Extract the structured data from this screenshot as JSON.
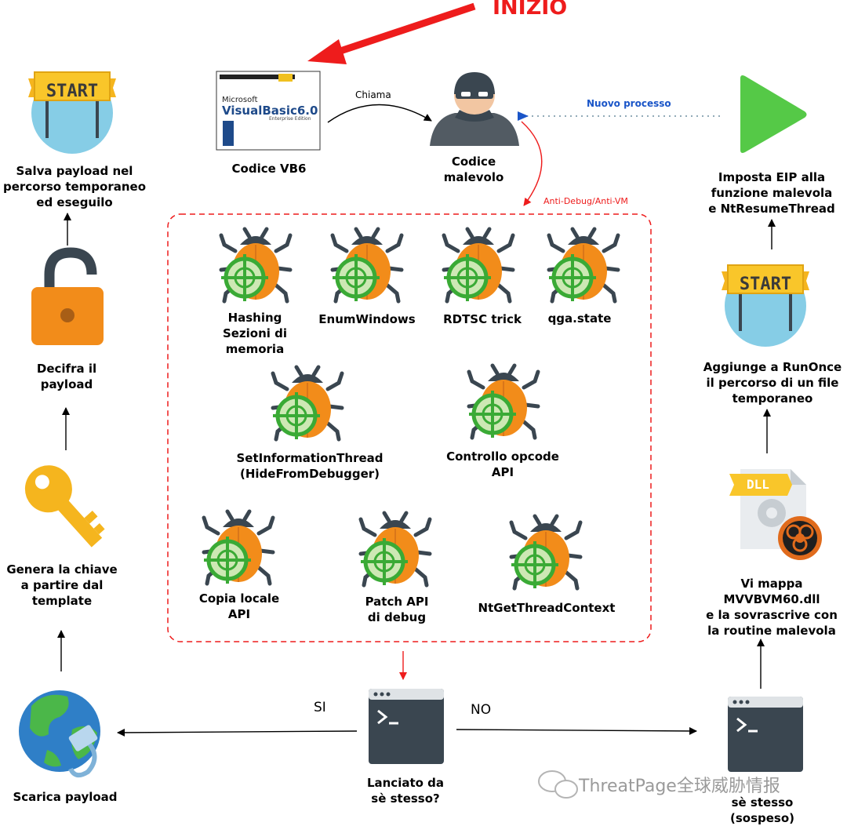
{
  "title": "INIZIO",
  "edges": {
    "calls": "Chiama",
    "new_process": "Nuovo processo",
    "anti_debug": "Anti-Debug/Anti-VM",
    "yes": "SI",
    "no": "NO"
  },
  "nodes": {
    "vb6": {
      "label": "Codice VB6",
      "logo_brand": "Microsoft",
      "logo_product": "VisualBasic",
      "logo_version": "6.0",
      "logo_edition": "Enterprise Edition"
    },
    "malicious": {
      "label": [
        "Codice",
        "malevolo"
      ]
    },
    "save_payload": {
      "label": [
        "Salva payload nel",
        "percorso temporaneo",
        "ed eseguilo"
      ],
      "badge": "START"
    },
    "set_eip": {
      "label": [
        "Imposta EIP alla",
        "funzione malevola",
        "e NtResumeThread"
      ]
    },
    "decrypt": {
      "label": [
        "Decifra il",
        "payload"
      ]
    },
    "gen_key": {
      "label": [
        "Genera la chiave",
        "a partire dal",
        "template"
      ]
    },
    "download": {
      "label": "Scarica payload"
    },
    "runonce": {
      "label": [
        "Aggiunge a RunOnce",
        "il percorso di un file",
        "temporaneo"
      ],
      "badge": "START"
    },
    "map_dll": {
      "label": [
        "Vi mappa",
        "MVVBVM60.dll",
        "e la sovrascrive con",
        "la routine malevola"
      ],
      "file_tag": "DLL"
    },
    "self_launched": {
      "label": [
        "Lanciato da",
        "sè stesso?"
      ]
    },
    "self_suspended": {
      "label": [
        "sè stesso",
        "(sospeso)"
      ]
    }
  },
  "checks": [
    {
      "label": [
        "Hashing",
        "Sezioni di",
        "memoria"
      ]
    },
    {
      "label": [
        "EnumWindows"
      ]
    },
    {
      "label": [
        "RDTSC trick"
      ]
    },
    {
      "label": [
        "qga.state"
      ]
    },
    {
      "label": [
        "SetInformationThread",
        "(HideFromDebugger)"
      ]
    },
    {
      "label": [
        "Controllo opcode",
        "API"
      ]
    },
    {
      "label": [
        "Copia locale",
        "API"
      ]
    },
    {
      "label": [
        "Patch API",
        "di debug"
      ]
    },
    {
      "label": [
        "NtGetThreadContext"
      ]
    }
  ],
  "watermark": "ThreatPage全球威胁情报",
  "colors": {
    "red": "#ee1c1c",
    "blue": "#1a55c8",
    "orange": "#f28c1a",
    "green": "#3aaa35",
    "sky": "#86cde6",
    "dark": "#3a4650"
  }
}
